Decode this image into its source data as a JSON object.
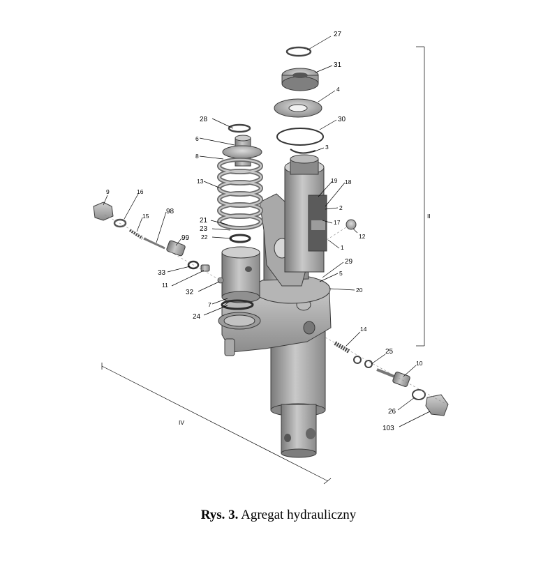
{
  "caption": {
    "label": "Rys. 3.",
    "text": " Agregat hydrauliczny"
  },
  "dimensions": {
    "height_label": "II",
    "width_label": "IV"
  },
  "callouts": {
    "p27": "27",
    "p31": "31",
    "p4": "4",
    "p30": "30",
    "p3": "3",
    "p28": "28",
    "p6": "6",
    "p8": "8",
    "p13": "13",
    "p19": "19",
    "p18": "18",
    "p2": "2",
    "p17": "17",
    "p12": "12",
    "p1": "1",
    "p29": "29",
    "p5": "5",
    "p20": "20",
    "p21": "21",
    "p23": "23",
    "p22": "22",
    "p9": "9",
    "p16": "16",
    "p15": "15",
    "p98": "98",
    "p99": "99",
    "p33": "33",
    "p11": "11",
    "p32": "32",
    "p7": "7",
    "p24": "24",
    "p14": "14",
    "p25": "25",
    "p10": "10",
    "p26": "26",
    "p103": "103"
  },
  "colors": {
    "metal_light": "#c8c8c8",
    "metal_mid": "#9a9a9a",
    "metal_dark": "#6e6e6e"
  }
}
